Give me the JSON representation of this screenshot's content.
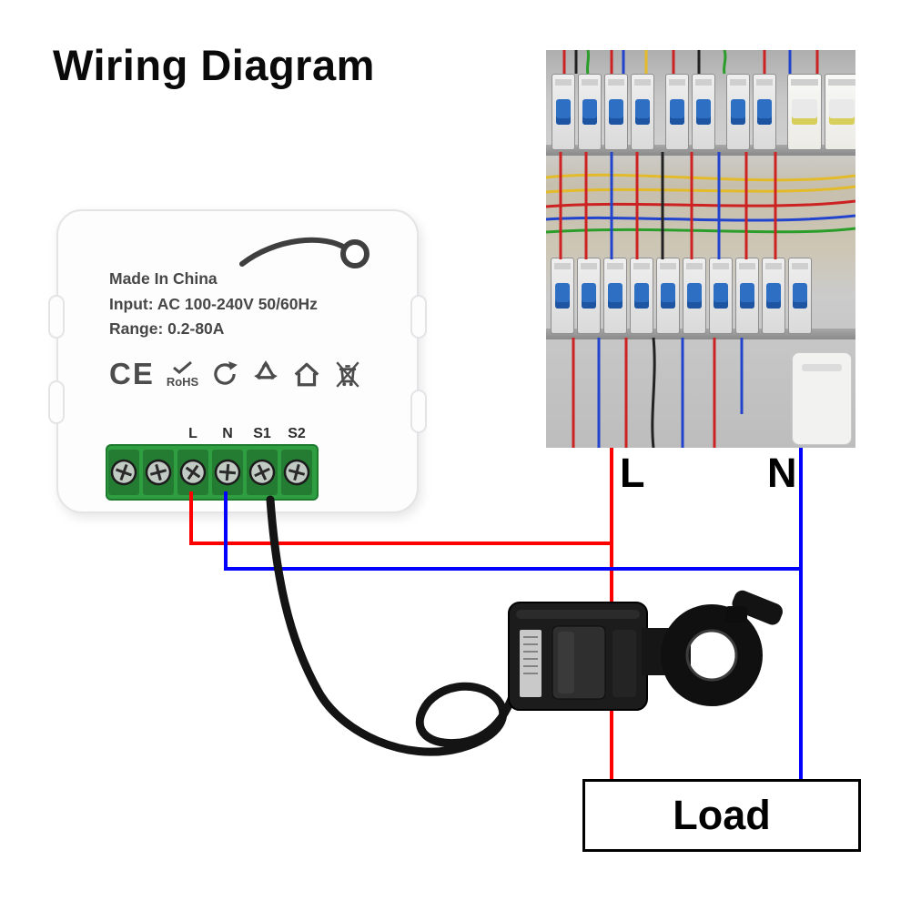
{
  "title": "Wiring Diagram",
  "device": {
    "made_in": "Made In China",
    "input": "Input: AC 100-240V 50/60Hz",
    "range": "Range: 0.2-80A",
    "ce_mark": "CE",
    "rohs_label": "RoHS",
    "terminals": [
      "L",
      "N",
      "S1",
      "S2"
    ]
  },
  "panel_wire_labels": {
    "live": "L",
    "neutral": "N"
  },
  "load": {
    "label": "Load"
  },
  "colors": {
    "live_wire": "#ff0000",
    "neutral_wire": "#0000ff",
    "cable_black": "#141414",
    "terminal_block_green": "#2f9e41",
    "title_text": "#000000"
  },
  "icons": {
    "antenna-icon": "curved-wave-with-circle",
    "check-icon": "✓",
    "circular-arrows-icon": "↻",
    "recycle-icon": "♻",
    "house-icon": "⌂",
    "crossed-out-bin-icon": "crossed-out-wheelie-bin",
    "ct-current-clamp": "current-transformer-clamp"
  }
}
